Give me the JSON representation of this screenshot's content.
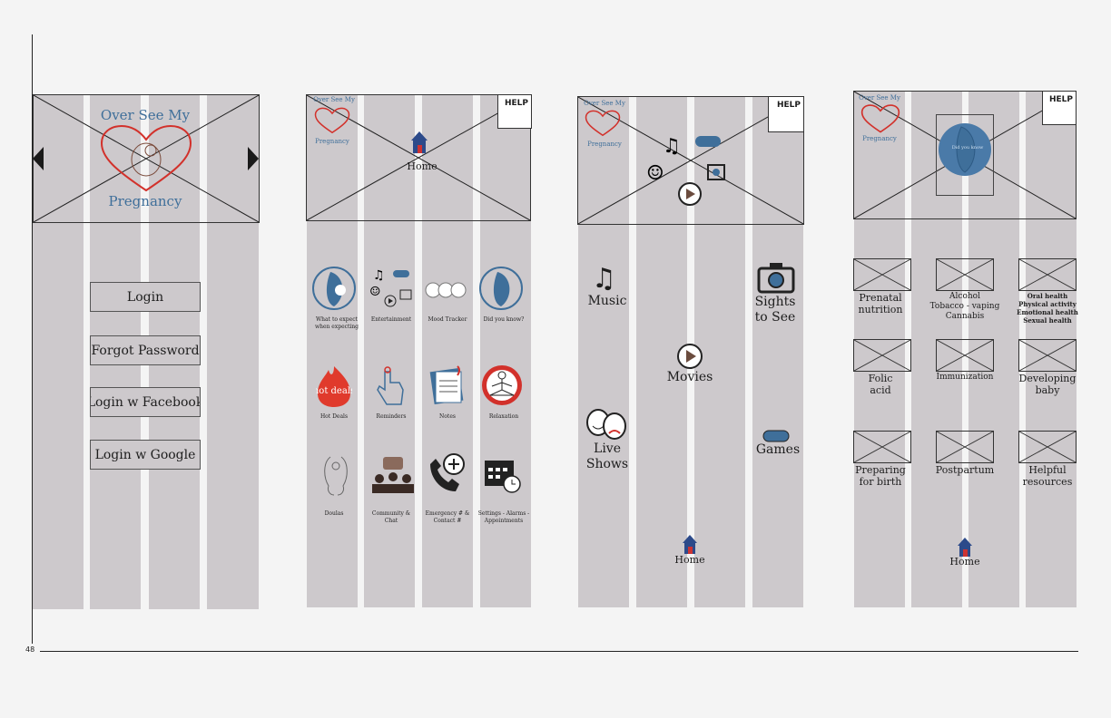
{
  "page_number": "48",
  "brand": {
    "line1": "Over See My",
    "line2": "Pregnancy"
  },
  "screen1": {
    "buttons": [
      {
        "label": "Login"
      },
      {
        "label": "Forgot Password"
      },
      {
        "label": "Login w Facebook"
      },
      {
        "label": "Login w Google"
      }
    ]
  },
  "screen2": {
    "help": "HELP",
    "home": "Home",
    "tiles": [
      {
        "label": "What to expect when expecting",
        "icon": "pregnant-belly-icon"
      },
      {
        "label": "Entertainment",
        "icon": "entertainment-icon"
      },
      {
        "label": "Mood Tracker",
        "icon": "mood-faces-icon"
      },
      {
        "label": "Did you know?",
        "icon": "pregnant-belly-icon"
      },
      {
        "label": "Hot Deals",
        "icon": "hot-deals-icon",
        "badge": "hot deals"
      },
      {
        "label": "Reminders",
        "icon": "finger-ribbon-icon"
      },
      {
        "label": "Notes",
        "icon": "notepad-icon"
      },
      {
        "label": "Relaxation",
        "icon": "meditation-icon"
      },
      {
        "label": "Doulas",
        "icon": "doula-sketch-icon"
      },
      {
        "label": "Community & Chat",
        "icon": "community-chat-icon"
      },
      {
        "label": "Emergency # & Contact #",
        "icon": "phone-plus-icon"
      },
      {
        "label": "Settings - Alarms - Appointments",
        "icon": "calendar-clock-icon"
      }
    ]
  },
  "screen3": {
    "help": "HELP",
    "home": "Home",
    "items": {
      "music": "Music",
      "sights1": "Sights",
      "sights2": "to See",
      "movies": "Movies",
      "live1": "Live",
      "live2": "Shows",
      "games": "Games"
    }
  },
  "screen4": {
    "help": "HELP",
    "home": "Home",
    "hero_text": "Did you know",
    "tiles": [
      {
        "lines": [
          "Prenatal",
          "nutrition"
        ]
      },
      {
        "lines": [
          "Alcohol",
          "Tobacco - vaping",
          "Cannabis"
        ]
      },
      {
        "lines": [
          "Oral health",
          "Physical activity",
          "Emotional health",
          "Sexual health"
        ]
      },
      {
        "lines": [
          "Folic",
          "acid"
        ]
      },
      {
        "lines": [
          "Immunization"
        ]
      },
      {
        "lines": [
          "Developing",
          "baby"
        ]
      },
      {
        "lines": [
          "Preparing",
          "for birth"
        ]
      },
      {
        "lines": [
          "Postpartum"
        ]
      },
      {
        "lines": [
          "Helpful",
          "resources"
        ]
      }
    ]
  },
  "colors": {
    "accent_blue": "#3f6f9a",
    "brand_red": "#d2312b",
    "column_gray": "#cdc9cc",
    "home_blue": "#2c4a8a"
  }
}
